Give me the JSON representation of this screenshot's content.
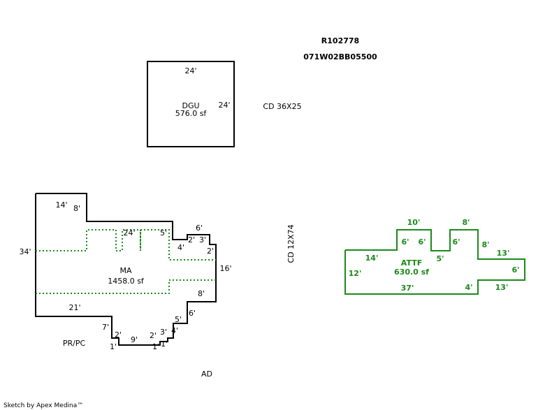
{
  "header": {
    "account": "R102778",
    "parcel": "071W02BB05500"
  },
  "notes": {
    "cd1": "CD 36X25",
    "cd2": "CD 12X74",
    "ad": "AD",
    "prpc": "PR/PC"
  },
  "footer": {
    "credit": "Sketch by Apex Medina™"
  },
  "colors": {
    "outline": "#000000",
    "attf": "#1a8a1a",
    "dashed": "#1a8a1a"
  },
  "dgu": {
    "name": "DGU",
    "area": "576.0 sf",
    "top": "24'",
    "right": "24'"
  },
  "ma": {
    "name": "MA",
    "area": "1458.0 sf",
    "dims": [
      "14'",
      "8'",
      "34'",
      "24'",
      "5'",
      "6'",
      "2'",
      "3'",
      "2'",
      "4'",
      "16'",
      "8'",
      "6'",
      "5'",
      "4'",
      "3'",
      "2'",
      "1'",
      "1'",
      "9'",
      "2'",
      "1'",
      "7'",
      "21'"
    ]
  },
  "attf": {
    "name": "ATTF",
    "area": "630.0 sf",
    "dims": [
      "10'",
      "8'",
      "6'",
      "6'",
      "6'",
      "5'",
      "8'",
      "14'",
      "13'",
      "12'",
      "6'",
      "37'",
      "4'",
      "13'"
    ]
  }
}
